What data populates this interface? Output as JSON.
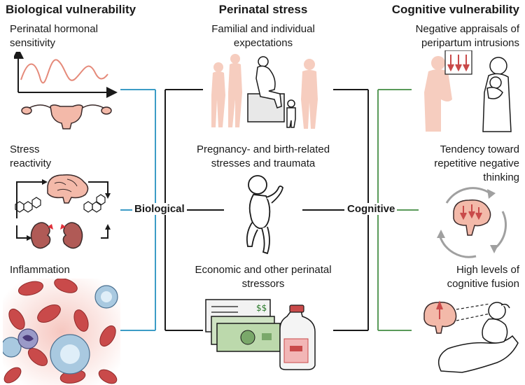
{
  "headers": {
    "biological": "Biological vulnerability",
    "perinatal": "Perinatal stress",
    "cognitive": "Cognitive vulnerability"
  },
  "left_items": [
    {
      "label": "Perinatal hormonal sensitivity"
    },
    {
      "label": "Stress reactivity"
    },
    {
      "label": "Inflammation"
    }
  ],
  "center_items": [
    {
      "label": "Familial and individual expectations"
    },
    {
      "label": "Pregnancy- and birth-related stresses and traumata"
    },
    {
      "label": "Economic and other perinatal stressors"
    }
  ],
  "right_items": [
    {
      "label": "Negative appraisals of peripartum intrusions"
    },
    {
      "label": "Tendency toward repetitive negative thinking"
    },
    {
      "label": "High levels of cognitive fusion"
    }
  ],
  "junctions": {
    "biological": "Biological",
    "cognitive": "Cognitive"
  },
  "colors": {
    "biological_line": "#3c9cc6",
    "perinatal_line": "#1a1a1a",
    "cognitive_line": "#5a9a5a",
    "salmon": "#f3b9a9",
    "blood": "#c94a4a"
  }
}
